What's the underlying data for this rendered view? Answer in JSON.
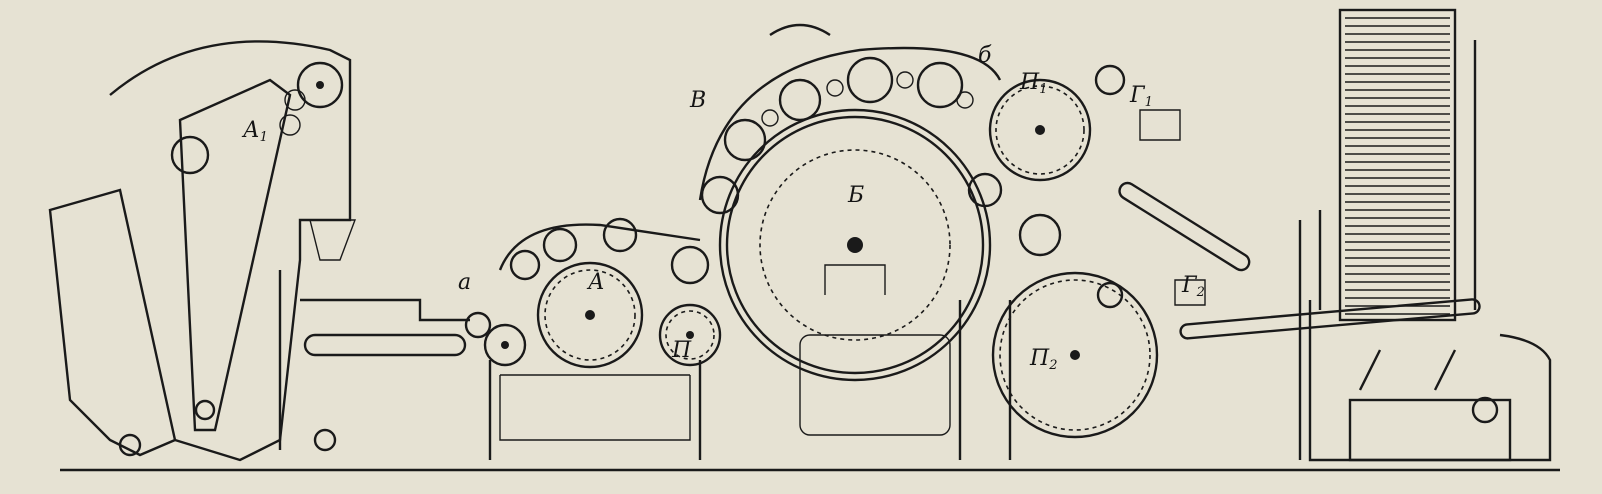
{
  "figure": {
    "labels": [
      {
        "id": "A1",
        "letter": "А",
        "sub": "1"
      },
      {
        "id": "a",
        "letter": "а",
        "sub": ""
      },
      {
        "id": "A",
        "letter": "А",
        "sub": ""
      },
      {
        "id": "P",
        "letter": "П",
        "sub": ""
      },
      {
        "id": "V",
        "letter": "В",
        "sub": ""
      },
      {
        "id": "B",
        "letter": "Б",
        "sub": ""
      },
      {
        "id": "b",
        "letter": "б",
        "sub": ""
      },
      {
        "id": "P1",
        "letter": "П",
        "sub": "1"
      },
      {
        "id": "G1",
        "letter": "Г",
        "sub": "1"
      },
      {
        "id": "G2",
        "letter": "Г",
        "sub": "2"
      },
      {
        "id": "P2",
        "letter": "П",
        "sub": "2"
      }
    ],
    "colors": {
      "paper": "#e6e2d3",
      "ink": "#1a1a1a"
    }
  }
}
